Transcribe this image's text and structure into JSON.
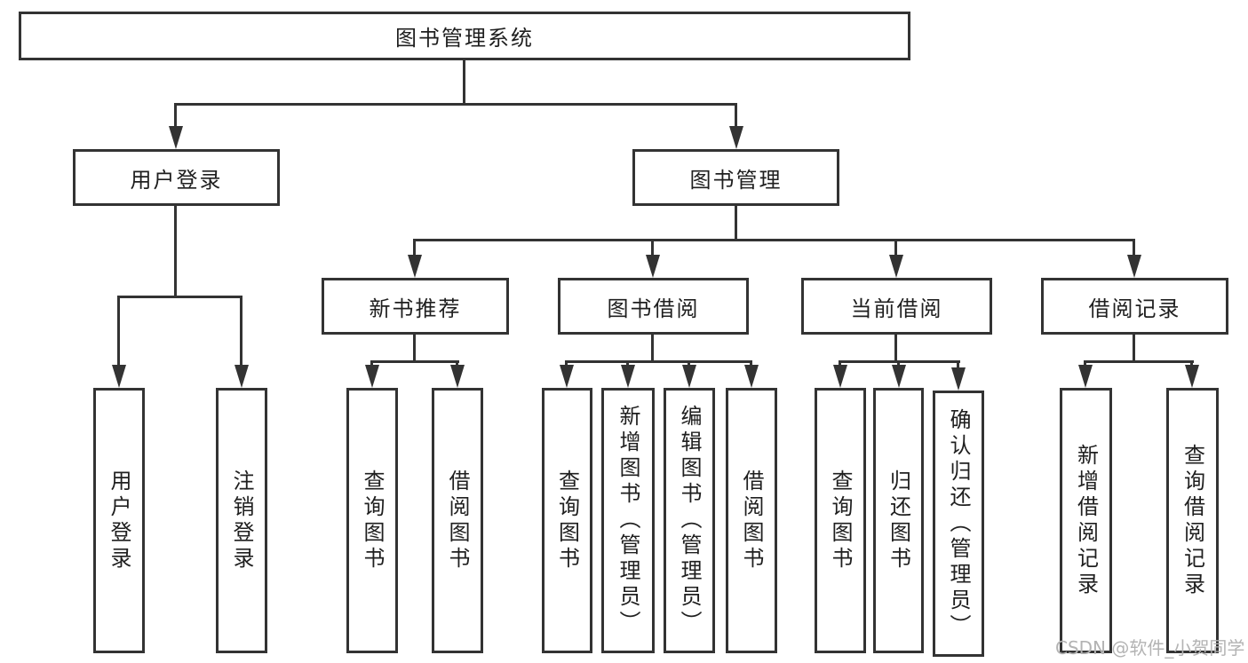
{
  "diagram": {
    "root": {
      "label": "图书管理系统"
    },
    "level2": [
      {
        "label": "用户登录"
      },
      {
        "label": "图书管理"
      }
    ],
    "level3": [
      {
        "label": "新书推荐"
      },
      {
        "label": "图书借阅"
      },
      {
        "label": "当前借阅"
      },
      {
        "label": "借阅记录"
      }
    ],
    "leaves": {
      "user": [
        "用户登录",
        "注销登录"
      ],
      "newbook": [
        "查询图书",
        "借阅图书"
      ],
      "borrow": [
        "查询图书",
        "新增图书（管理员）",
        "编辑图书（管理员）",
        "借阅图书"
      ],
      "current": [
        "查询图书",
        "归还图书",
        "确认归还（管理员）"
      ],
      "records": [
        "新增借阅记录",
        "查询借阅记录"
      ]
    }
  },
  "watermark": "CSDN @软件_小贺同学",
  "colors": {
    "line": "#333333",
    "border": "#333333",
    "text": "#1f1f1f",
    "watermark": "#b3b3b3",
    "background": "#ffffff"
  }
}
